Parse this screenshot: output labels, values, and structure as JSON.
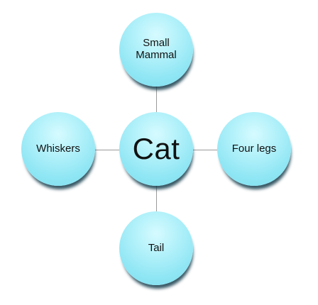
{
  "diagram": {
    "center": {
      "label": "Cat"
    },
    "nodes": [
      {
        "id": "top",
        "label": "Small Mammal"
      },
      {
        "id": "left",
        "label": "Whiskers"
      },
      {
        "id": "right",
        "label": "Four legs"
      },
      {
        "id": "bottom",
        "label": "Tail"
      }
    ],
    "colors": {
      "node_fill": "#a6edf7",
      "node_shadow": "#1e3c4a",
      "connector": "#9a9a9a"
    }
  }
}
